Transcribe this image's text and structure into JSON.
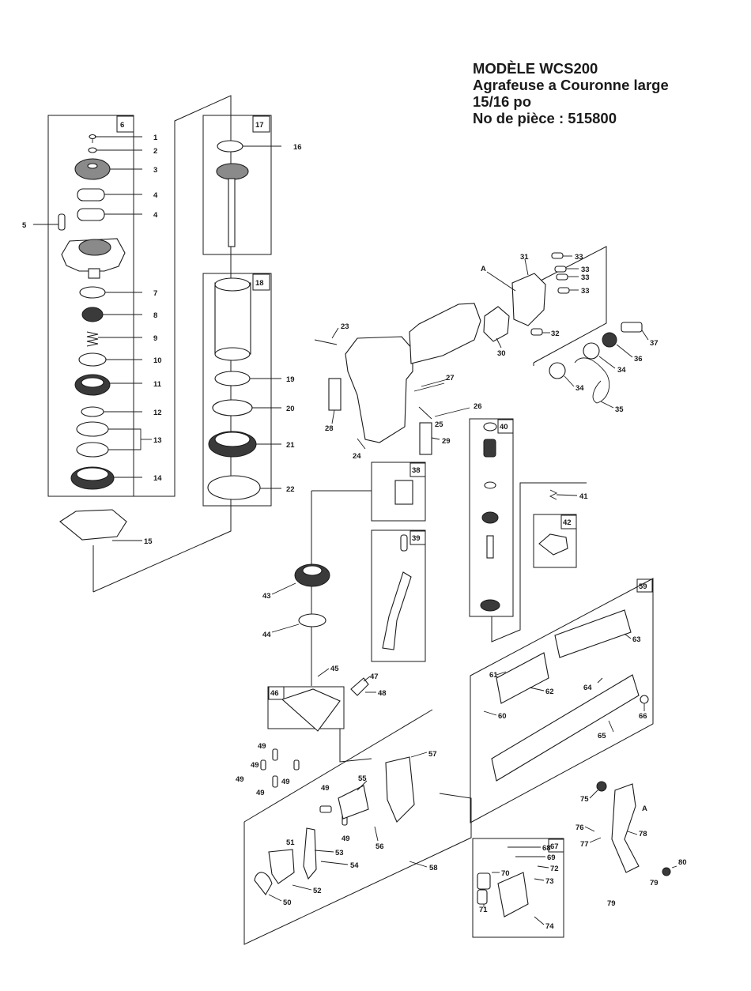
{
  "title": {
    "line1": "MODÈLE WCS200",
    "line2": "Agrafeuse a Couronne large",
    "line3": "15/16 po",
    "line4": "No de pièce : 515800"
  },
  "group_boxes": [
    "6",
    "17",
    "18",
    "38",
    "39",
    "40",
    "42",
    "46",
    "59",
    "67"
  ],
  "callouts": [
    "1",
    "2",
    "3",
    "4",
    "4",
    "5",
    "7",
    "8",
    "9",
    "10",
    "11",
    "12",
    "13",
    "14",
    "15",
    "16",
    "19",
    "20",
    "21",
    "22",
    "23",
    "24",
    "25",
    "26",
    "27",
    "28",
    "29",
    "30",
    "31",
    "32",
    "33",
    "33",
    "33",
    "33",
    "34",
    "34",
    "35",
    "36",
    "37",
    "41",
    "43",
    "44",
    "45",
    "47",
    "48",
    "49",
    "49",
    "49",
    "49",
    "49",
    "49",
    "49",
    "50",
    "51",
    "52",
    "53",
    "54",
    "55",
    "56",
    "57",
    "58",
    "60",
    "61",
    "62",
    "63",
    "64",
    "65",
    "66",
    "68",
    "69",
    "70",
    "71",
    "72",
    "73",
    "74",
    "75",
    "76",
    "77",
    "78",
    "79",
    "79",
    "80",
    "A",
    "A"
  ]
}
